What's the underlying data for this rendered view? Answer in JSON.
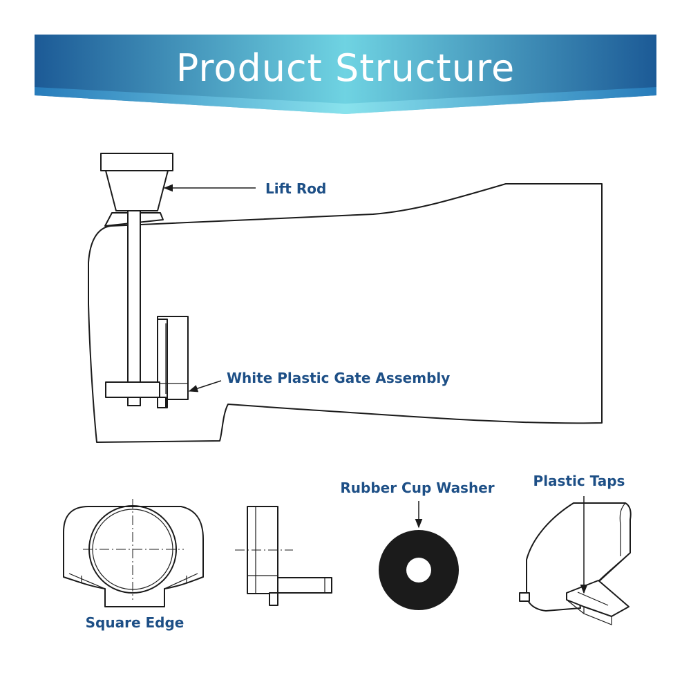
{
  "header": {
    "title": "Product Structure"
  },
  "labels": {
    "lift_rod": "Lift Rod",
    "gate_assembly": "White Plastic Gate Assembly",
    "rubber_washer": "Rubber Cup Washer",
    "plastic_taps": "Plastic Taps",
    "square_edge": "Square Edge"
  },
  "colors": {
    "banner_dark": "#1c5a96",
    "banner_light": "#6fd3e2",
    "label_text": "#1d4f86",
    "line": "#1a1a1a",
    "washer": "#1b1b1b"
  }
}
